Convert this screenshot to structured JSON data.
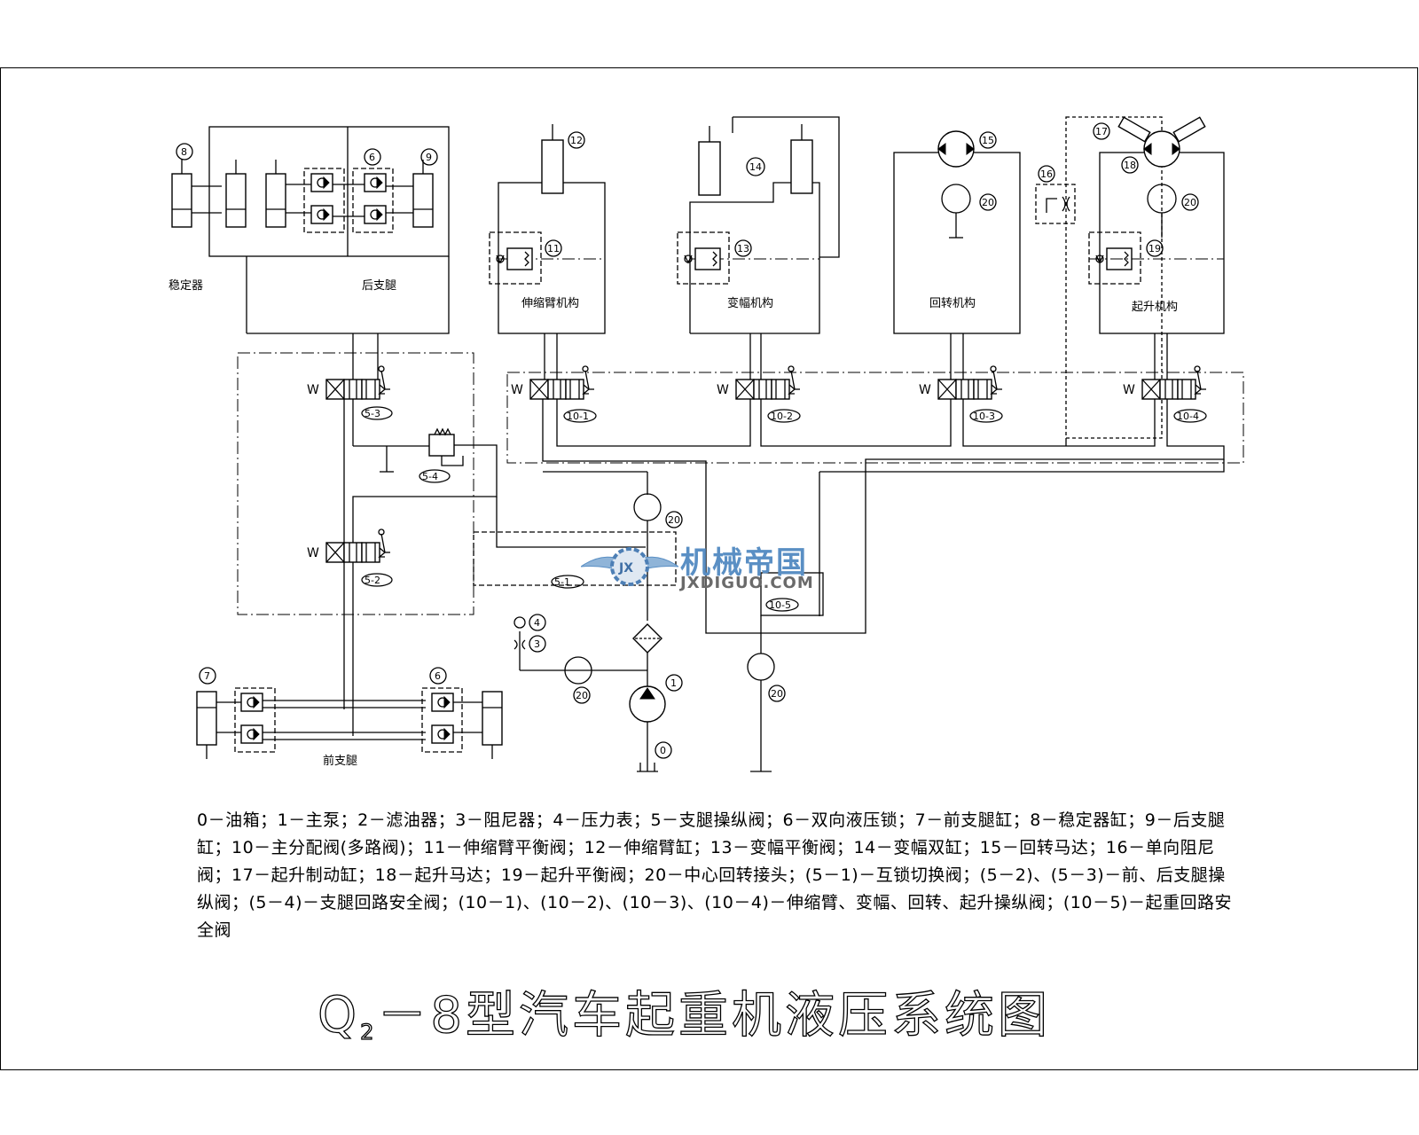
{
  "title": {
    "main": "Q",
    "sub": "2",
    "rest": "－8型汽车起重机液压系统图"
  },
  "legend": "0－油箱；1－主泵；2－滤油器；3－阻尼器；4－压力表；5－支腿操纵阀；6－双向液压锁；7－前支腿缸；8－稳定器缸；9－后支腿缸；10－主分配阀(多路阀)；11－伸缩臂平衡阀；12－伸缩臂缸；13－变幅平衡阀；14－变幅双缸；15－回转马达；16－单向阻尼阀；17－起升制动缸；18－起升马达；19－起升平衡阀；20－中心回转接头；(5－1)－互锁切换阀；(5－2)、(5－3)－前、后支腿操纵阀；(5－4)－支腿回路安全阀；(10－1)、(10－2)、(10－3)、(10－4)－伸缩臂、变幅、回转、起升操纵阀；(10－5)－起重回路安全阀",
  "labels": {
    "stabilizer": "稳定器",
    "rear_leg": "后支腿",
    "front_leg": "前支腿",
    "telescope": "伸缩臂机构",
    "luffing": "变幅机构",
    "slewing": "回转机构",
    "hoist": "起升机构"
  },
  "numbers": {
    "n0": "0",
    "n1": "1",
    "n3": "3",
    "n4": "4",
    "n6a": "6",
    "n6b": "6",
    "n7": "7",
    "n8": "8",
    "n9": "9",
    "n11": "11",
    "n12": "12",
    "n13": "13",
    "n14": "14",
    "n15": "15",
    "n16": "16",
    "n17": "17",
    "n18": "18",
    "n19": "19",
    "n20a": "20",
    "n20b": "20",
    "n20c": "20",
    "n20d": "20",
    "n20e": "20",
    "v51": "5-1",
    "v52": "5-2",
    "v53": "5-3",
    "v54": "5-4",
    "v101": "10-1",
    "v102": "10-2",
    "v103": "10-3",
    "v104": "10-4",
    "v105": "10-5"
  },
  "watermark": {
    "name": "机械帝国",
    "url": "JXDIGUO.COM",
    "logo_letters": "JX"
  },
  "colors": {
    "line": "#000000",
    "watermark_blue": "#5a8fc4",
    "watermark_gray": "#6a6a6a"
  }
}
